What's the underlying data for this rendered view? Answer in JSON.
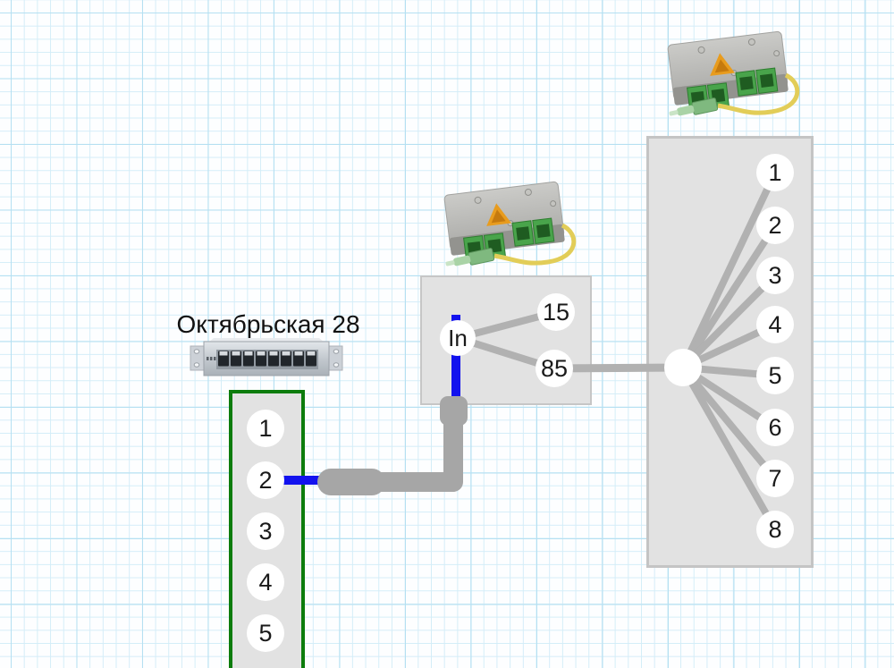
{
  "canvas": {
    "background": "#fdfeff",
    "grid_minor_color": "#d4edf8",
    "grid_major_color": "#b5e0f2"
  },
  "building": {
    "label": "Октябрьская 28",
    "ports": [
      "1",
      "2",
      "3",
      "4",
      "5"
    ]
  },
  "coupler": {
    "input_label": "In",
    "out_top": "15",
    "out_bottom": "85"
  },
  "splitter": {
    "outputs": [
      "1",
      "2",
      "3",
      "4",
      "5",
      "6",
      "7",
      "8"
    ]
  },
  "icons": {
    "fiber_box": "fiber-termination-box-photo",
    "patch_panel": "patch-panel-8-port-photo",
    "warning": "warning-triangle"
  },
  "colors": {
    "box_fill": "#e2e2e2",
    "box_border": "#c6c6c6",
    "green_border": "#0c7c0c",
    "wire_gray": "#b1b1b1",
    "conduit_gray": "#a6a6a6",
    "cable_blue": "#1212ee",
    "fiber_yellow": "#e2cd58",
    "adapter_green": "#49a44b"
  }
}
